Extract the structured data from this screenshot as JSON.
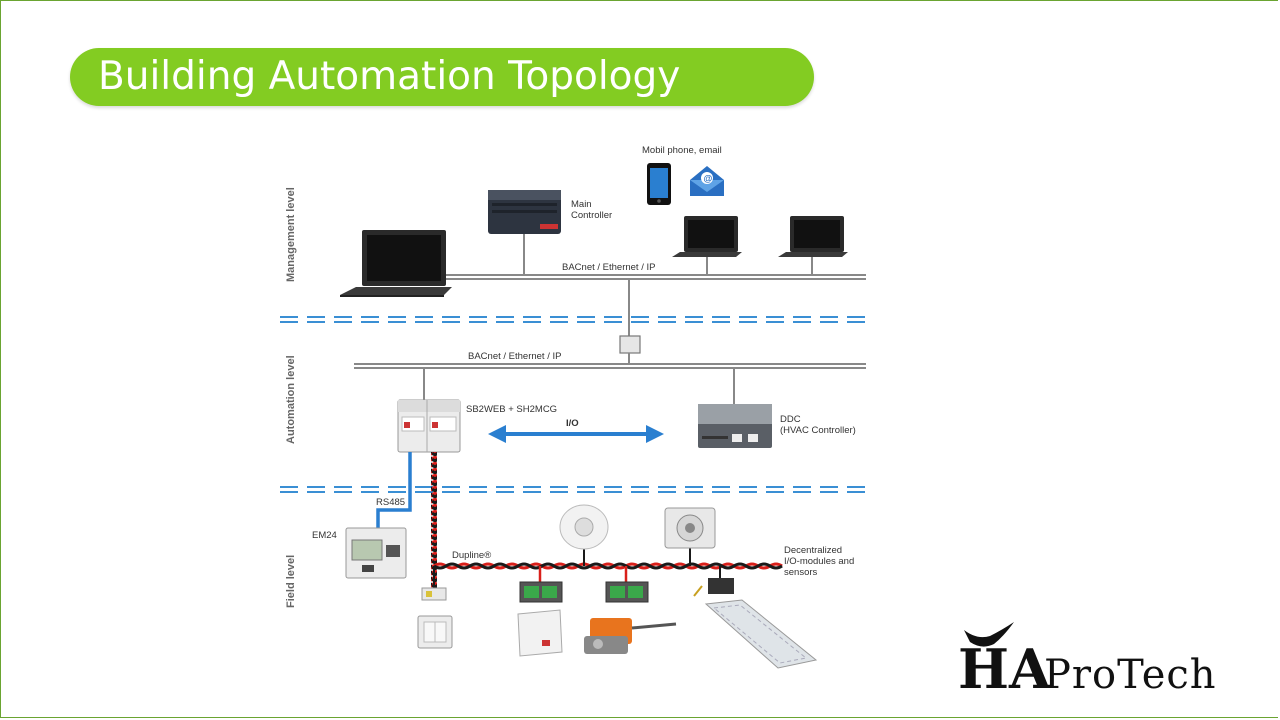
{
  "slide": {
    "title": "Building Automation Topology"
  },
  "diagram": {
    "levels": {
      "management": "Management level",
      "automation": "Automation level",
      "field": "Field level"
    },
    "labels": {
      "mobile": "Mobil phone, email",
      "main_controller_1": "Main",
      "main_controller_2": "Controller",
      "bus_top": "BACnet / Ethernet / IP",
      "bus_mid": "BACnet / Ethernet / IP",
      "gateway": "SB2WEB + SH2MCG",
      "io": "I/O",
      "ddc_1": "DDC",
      "ddc_2": "(HVAC Controller)",
      "rs485": "RS485",
      "em24": "EM24",
      "dupline": "Dupline®",
      "decentral_1": "Decentralized",
      "decentral_2": "I/O-modules and",
      "decentral_3": "sensors"
    }
  },
  "logo": {
    "mark": "HA",
    "word": "ProTech"
  },
  "colors": {
    "accent": "#83cc22",
    "frame": "#6aa431",
    "dashed": "#3a8fd4",
    "bus": "#888888",
    "rs485": "#2a7fd0",
    "dupline_red": "#d9201b",
    "dupline_black": "#1a1a1a"
  }
}
